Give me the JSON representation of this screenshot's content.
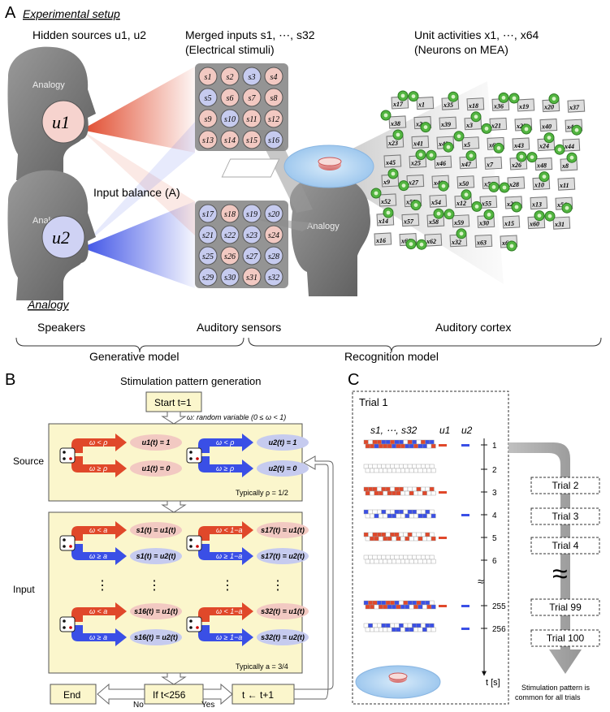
{
  "panel_a": {
    "letter": "A",
    "heading": "Experimental setup",
    "hidden_sources": "Hidden sources u1, u2",
    "merged_inputs": "Merged inputs s1, ⋯, s32",
    "merged_inputs_sub": "(Electrical stimuli)",
    "unit_activities": "Unit activities x1, ⋯, x64",
    "unit_activities_sub": "(Neurons on MEA)",
    "analogy_tag": "Analogy",
    "u1": "u1",
    "u2": "u2",
    "input_balance": "Input balance (A)",
    "analogy_label": "Analogy",
    "speakers": "Speakers",
    "auditory_sensors": "Auditory sensors",
    "auditory_cortex": "Auditory cortex",
    "generative_model": "Generative model",
    "recognition_model": "Recognition model",
    "grid_top": [
      "s1",
      "s2",
      "s3",
      "s4",
      "s5",
      "s6",
      "s7",
      "s8",
      "s9",
      "s10",
      "s11",
      "s12",
      "s13",
      "s14",
      "s15",
      "s16"
    ],
    "grid_bottom": [
      "s17",
      "s18",
      "s19",
      "s20",
      "s21",
      "s22",
      "s23",
      "s24",
      "s25",
      "s26",
      "s27",
      "s28",
      "s29",
      "s30",
      "s31",
      "s32"
    ],
    "neuron_labels": [
      "x17",
      "x1",
      "x35",
      "x18",
      "x36",
      "x19",
      "x20",
      "x37",
      "x38",
      "x2",
      "x39",
      "x3",
      "x21",
      "x22",
      "x40",
      "x4",
      "x23",
      "x41",
      "x42",
      "x5",
      "x6",
      "x43",
      "x24",
      "x44",
      "x45",
      "x25",
      "x46",
      "x47",
      "x7",
      "x26",
      "x48",
      "x8",
      "x9",
      "x27",
      "x49",
      "x50",
      "x51",
      "x28",
      "x10",
      "x11",
      "x52",
      "x53",
      "x54",
      "x12",
      "x55",
      "x29",
      "x13",
      "x56",
      "x14",
      "x57",
      "x58",
      "x59",
      "x30",
      "x15",
      "x60",
      "x31",
      "x16",
      "x61",
      "x62",
      "x32",
      "x63",
      "x64"
    ],
    "colors": {
      "red": "#e0482a",
      "blue": "#3a4fe6",
      "pink_cell": "#f2c9c2",
      "blue_cell": "#c6cbef",
      "neuron_green": "#52b540"
    }
  },
  "panel_b": {
    "letter": "B",
    "title": "Stimulation pattern generation",
    "start": "Start t=1",
    "omega_note": "ω: random variable (0 ≤ ω < 1)",
    "source_label": "Source",
    "input_label": "Input",
    "typ_rho": "Typically ρ = 1/2",
    "typ_a": "Typically a = 3/4",
    "src_arrows": {
      "lt_rho": "ω < ρ",
      "ge_rho": "ω ≥ ρ"
    },
    "src_out": {
      "u1_1": "u1(t) = 1",
      "u1_0": "u1(t) = 0",
      "u2_1": "u2(t) = 1",
      "u2_0": "u2(t) = 0"
    },
    "inp_arrows": {
      "lt_a": "ω < a",
      "ge_a": "ω ≥ a",
      "lt_1a": "ω < 1−a",
      "ge_1a": "ω ≥ 1−a"
    },
    "inp_out": {
      "s1u1": "s1(t) = u1(t)",
      "s1u2": "s1(t) = u2(t)",
      "s17u1": "s17(t) = u1(t)",
      "s17u2": "s17(t) = u2(t)",
      "s16u1": "s16(t) = u1(t)",
      "s16u2": "s16(t) = u2(t)",
      "s32u1": "s32(t) = u1(t)",
      "s32u2": "s32(t) = u2(t)"
    },
    "end": "End",
    "if_cond": "If t<256",
    "no": "No",
    "yes": "Yes",
    "increment": "t ← t+1"
  },
  "panel_c": {
    "letter": "C",
    "trial_title": "Trial 1",
    "col_s": "s1, ⋯, s32",
    "col_u1": "u1",
    "col_u2": "u2",
    "time_ticks": [
      "1",
      "2",
      "3",
      "4",
      "5",
      "6",
      "255",
      "256"
    ],
    "t_axis": "t [s]",
    "trials": [
      "Trial 2",
      "Trial 3",
      "Trial 4",
      "Trial 99",
      "Trial 100"
    ],
    "footnote": "Stimulation pattern is common for all trials"
  }
}
